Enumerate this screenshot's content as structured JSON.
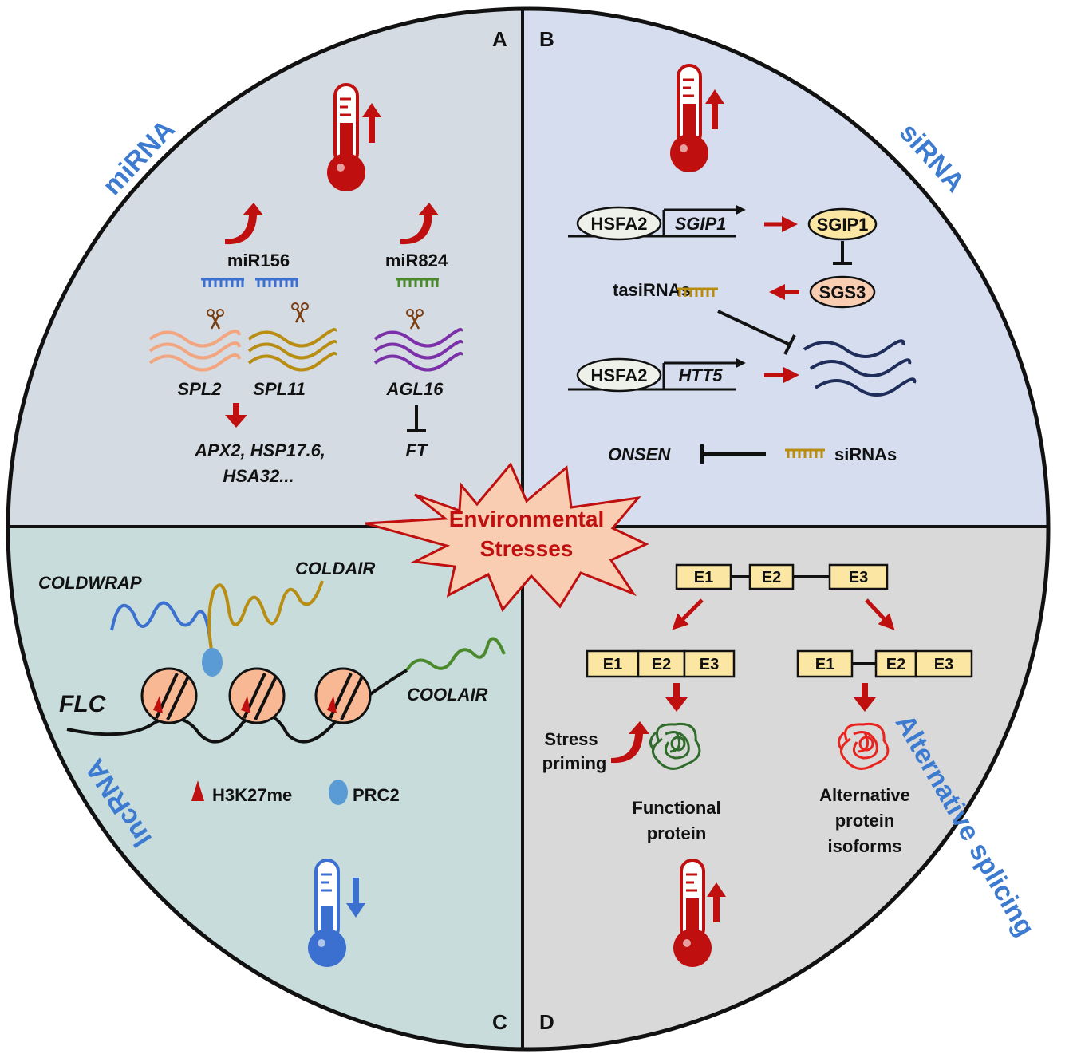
{
  "colors": {
    "panel_a_bg": "#d5dbe2",
    "panel_b_bg": "#d5ddef",
    "panel_c_bg": "#c7dcdb",
    "panel_d_bg": "#d9d9d9",
    "title_blue": "#3d7bd1",
    "arrow_red": "#c00f0f",
    "exon_fill": "#fbe6a3",
    "burst_fill": "#f8cdb2"
  },
  "center": {
    "line1": "Environmental",
    "line2": "Stresses"
  },
  "panel_a": {
    "letter": "A",
    "title": "miRNA",
    "mir156": "miR156",
    "mir824": "miR824",
    "spl2": "SPL2",
    "spl11": "SPL11",
    "agl16": "AGL16",
    "targets_line1": "APX2, HSP17.6,",
    "targets_line2": "HSA32...",
    "ft": "FT",
    "icons": [
      "thermometer-hot-icon",
      "up-arrow-icon",
      "scissors-icon"
    ]
  },
  "panel_b": {
    "letter": "B",
    "title": "siRNA",
    "hsfa2_top": "HSFA2",
    "sgip1_gene": "SGIP1",
    "sgip1_protein": "SGIP1",
    "sgs3": "SGS3",
    "tasirnas": "tasiRNAs",
    "hsfa2_bottom": "HSFA2",
    "htt5": "HTT5",
    "onsen": "ONSEN",
    "sirnas": "siRNAs",
    "icons": [
      "thermometer-hot-icon",
      "up-arrow-icon"
    ]
  },
  "panel_c": {
    "letter": "C",
    "title": "lncRNA",
    "coldwrap": "COLDWRAP",
    "coldair": "COLDAIR",
    "coolair": "COOLAIR",
    "flc": "FLC",
    "legend_h3k27": "H3K27me",
    "legend_prc2": "PRC2",
    "icons": [
      "thermometer-cold-icon",
      "down-arrow-icon"
    ]
  },
  "panel_d": {
    "letter": "D",
    "title": "Alternative splicing",
    "exons": [
      "E1",
      "E2",
      "E3"
    ],
    "spliced_left": [
      "E1",
      "E2",
      "E3"
    ],
    "spliced_right": [
      "E1",
      "E2",
      "E3"
    ],
    "stress_line1": "Stress",
    "stress_line2": "priming",
    "functional_line1": "Functional",
    "functional_line2": "protein",
    "alt_line1": "Alternative",
    "alt_line2": "protein",
    "alt_line3": "isoforms",
    "icons": [
      "thermometer-hot-icon",
      "up-arrow-icon"
    ]
  }
}
